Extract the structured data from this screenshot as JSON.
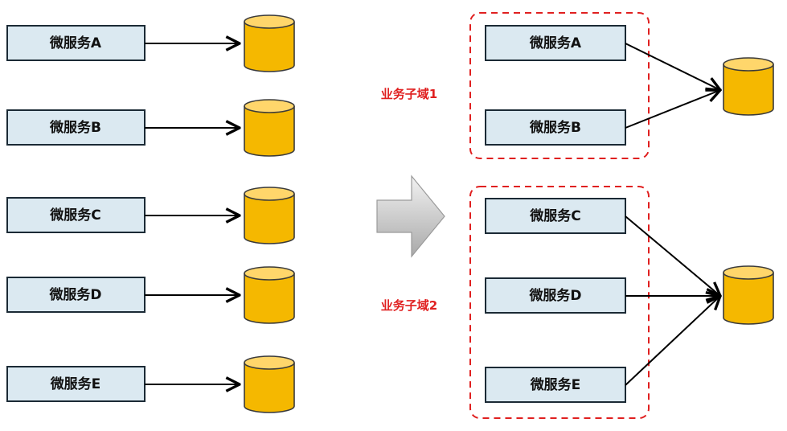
{
  "left": {
    "services": [
      "微服务A",
      "微服务B",
      "微服务C",
      "微服务D",
      "微服务E"
    ]
  },
  "right": {
    "domains": [
      {
        "label": "业务子域1",
        "services": [
          "微服务A",
          "微服务B"
        ]
      },
      {
        "label": "业务子域2",
        "services": [
          "微服务C",
          "微服务D",
          "微服务E"
        ]
      }
    ]
  },
  "colors": {
    "box_fill": "#dbe9f1",
    "box_stroke": "#1b2a35",
    "database": "#f5b800",
    "domain_border": "#e02020",
    "domain_label": "#e02020",
    "arrow_gray": "#c8c8c8"
  },
  "icons": {
    "database": "database-icon",
    "transform_arrow": "right-arrow-icon"
  }
}
